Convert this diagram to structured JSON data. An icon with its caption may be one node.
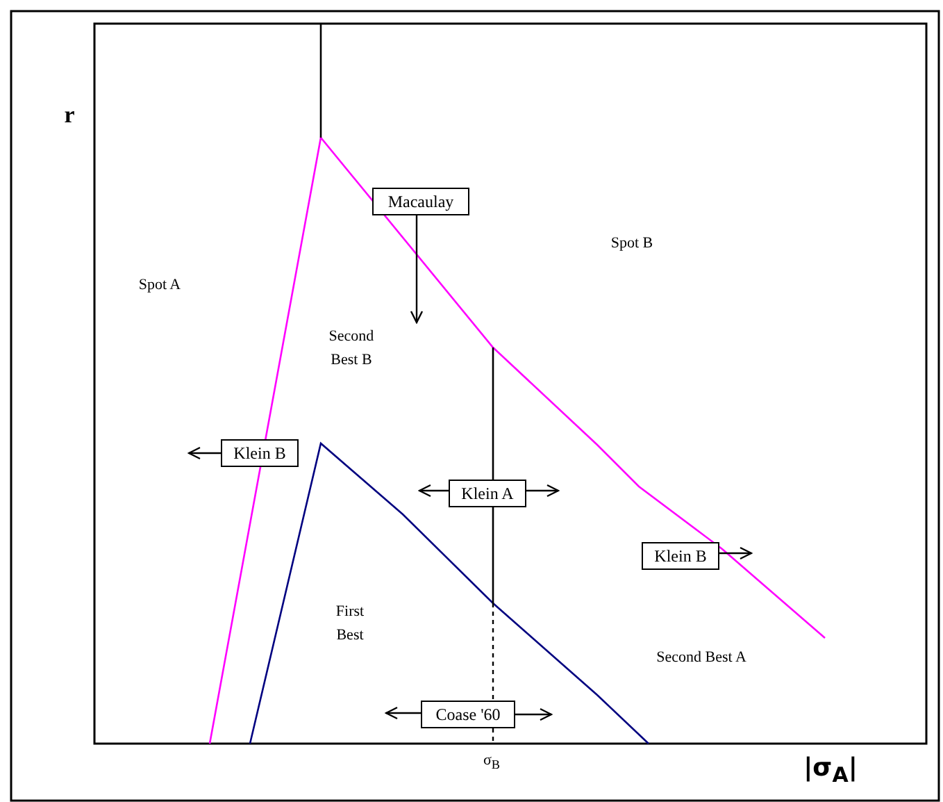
{
  "diagram": {
    "nodes": [
      {
        "text": [
          "Macaulay"
        ]
      },
      {
        "text": [
          "Klein B"
        ]
      },
      {
        "text": [
          "Klein A"
        ]
      },
      {
        "text": [
          "Klein B"
        ]
      },
      {
        "text": [
          "Coase '60"
        ]
      }
    ],
    "edges": [
      {
        "from": 0,
        "to": null,
        "arrow": "to"
      },
      {
        "from": 1,
        "to": null,
        "arrow": "to"
      },
      {
        "from": 2,
        "to": null,
        "arrow": "to"
      },
      {
        "from": 2,
        "to": null,
        "arrow": "to"
      },
      {
        "from": 3,
        "to": null,
        "arrow": "to"
      },
      {
        "from": 4,
        "to": null,
        "arrow": "to"
      },
      {
        "from": 4,
        "to": null,
        "arrow": "to"
      }
    ],
    "labels": [
      "r",
      "Spot A",
      "Spot B",
      "Second Best B",
      "First Best",
      "Second Best A",
      "σ$_{B}$",
      "|σ$_{A}$|"
    ]
  }
}
